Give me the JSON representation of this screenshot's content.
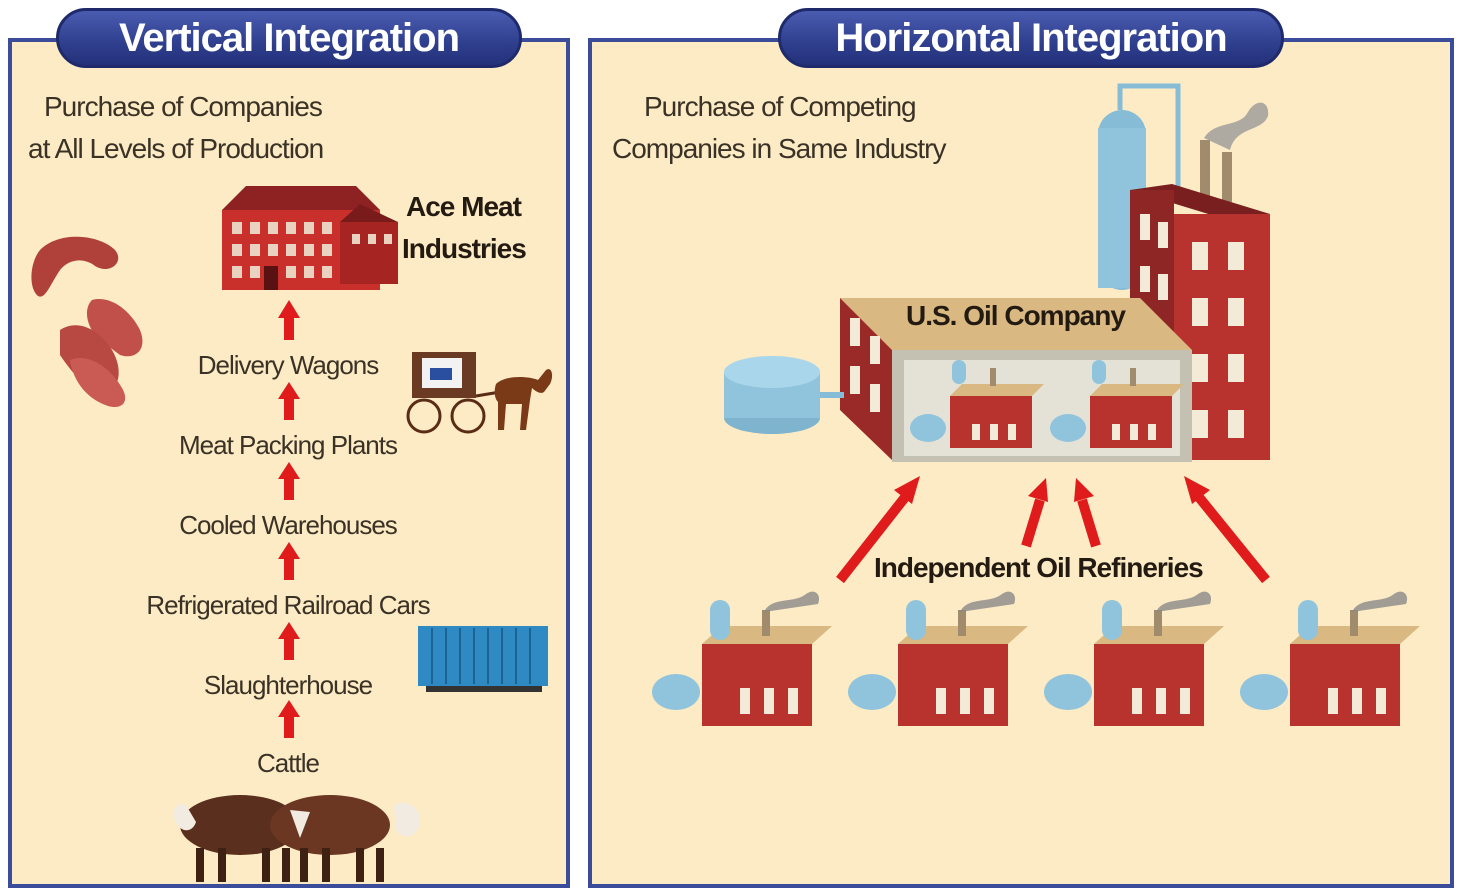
{
  "vertical": {
    "title": "Vertical Integration",
    "subtitle_line1": "Purchase of Companies",
    "subtitle_line2": "at All Levels of Production",
    "company_line1": "Ace Meat",
    "company_line2": "Industries",
    "stages": [
      "Delivery Wagons",
      "Meat Packing Plants",
      "Cooled Warehouses",
      "Refrigerated Railroad Cars",
      "Slaughterhouse",
      "Cattle"
    ]
  },
  "horizontal": {
    "title": "Horizontal Integration",
    "subtitle_line1": "Purchase of Competing",
    "subtitle_line2": "Companies in Same Industry",
    "company": "U.S. Oil Company",
    "refineries_label": "Independent Oil Refineries"
  },
  "colors": {
    "panel_bg": "#fcebc4",
    "border_blue": "#3b4d9a",
    "arrow_red": "#e01b1b",
    "brick_red": "#b8322e",
    "tank_blue": "#8fc4dc"
  },
  "icons": [
    "factory-building-icon",
    "meat-icon",
    "wagon-horse-icon",
    "railroad-car-icon",
    "cattle-icon",
    "oil-refinery-icon",
    "storage-tank-icon"
  ]
}
